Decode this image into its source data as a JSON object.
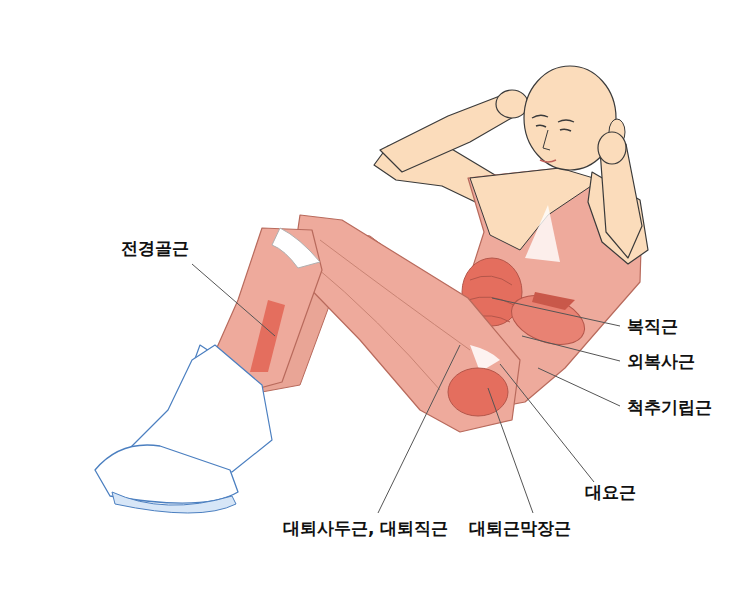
{
  "diagram": {
    "labels": [
      "전경골근",
      "복직근",
      "외복사근",
      "척추기립근",
      "대요근",
      "대퇴사두근, 대퇴직근",
      "대퇴근막장근"
    ]
  }
}
